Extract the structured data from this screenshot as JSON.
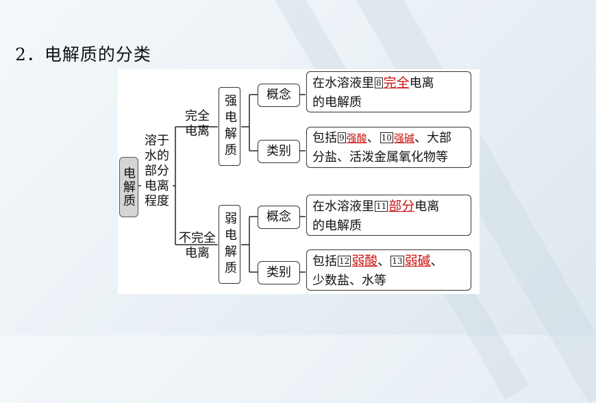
{
  "heading": "2．电解质的分类",
  "root": "电解质",
  "criterion": {
    "line1": "溶于",
    "line2": "水的",
    "line3": "部分",
    "line4": "电离",
    "line5": "程度",
    "col_right_1": "于",
    "col_right_2": "的",
    "col_right_3": "分",
    "col_right_4": "离",
    "col_right_5": "度"
  },
  "criterion_text": [
    "溶于",
    "水的",
    "部分",
    "电离",
    "程度"
  ],
  "branches": [
    {
      "condition_line1": "完全",
      "condition_line2": "电离",
      "type_label": "强电解质",
      "concept_label": "概念",
      "concept_pre": "在水溶液里",
      "concept_num": "8",
      "concept_answer": "完全",
      "concept_post_1": "电离",
      "concept_post_2": "的电解质",
      "category_label": "类别",
      "category_pre": "包括",
      "category_num1": "9",
      "category_ans1": "强酸",
      "category_sep": "、",
      "category_num2": "10",
      "category_ans2": "强碱",
      "category_post_1": "、大部",
      "category_post_2": "分盐、活泼金属氧化物等"
    },
    {
      "condition_line1": "不完全",
      "condition_line2": "电离",
      "type_label": "弱电解质",
      "concept_label": "概念",
      "concept_pre": "在水溶液里",
      "concept_num": "11",
      "concept_answer": "部分",
      "concept_post_1": "电离",
      "concept_post_2": "的电解质",
      "category_label": "类别",
      "category_pre": "包括",
      "category_num1": "12",
      "category_ans1": "弱酸",
      "category_sep": "、",
      "category_num2": "13",
      "category_ans2": "弱碱",
      "category_post_1": "、",
      "category_post_2": "少数盐、水等"
    }
  ],
  "colors": {
    "answer": "#cc1111",
    "root_fill": "#d4d4d4",
    "panel": "#ffffff"
  }
}
